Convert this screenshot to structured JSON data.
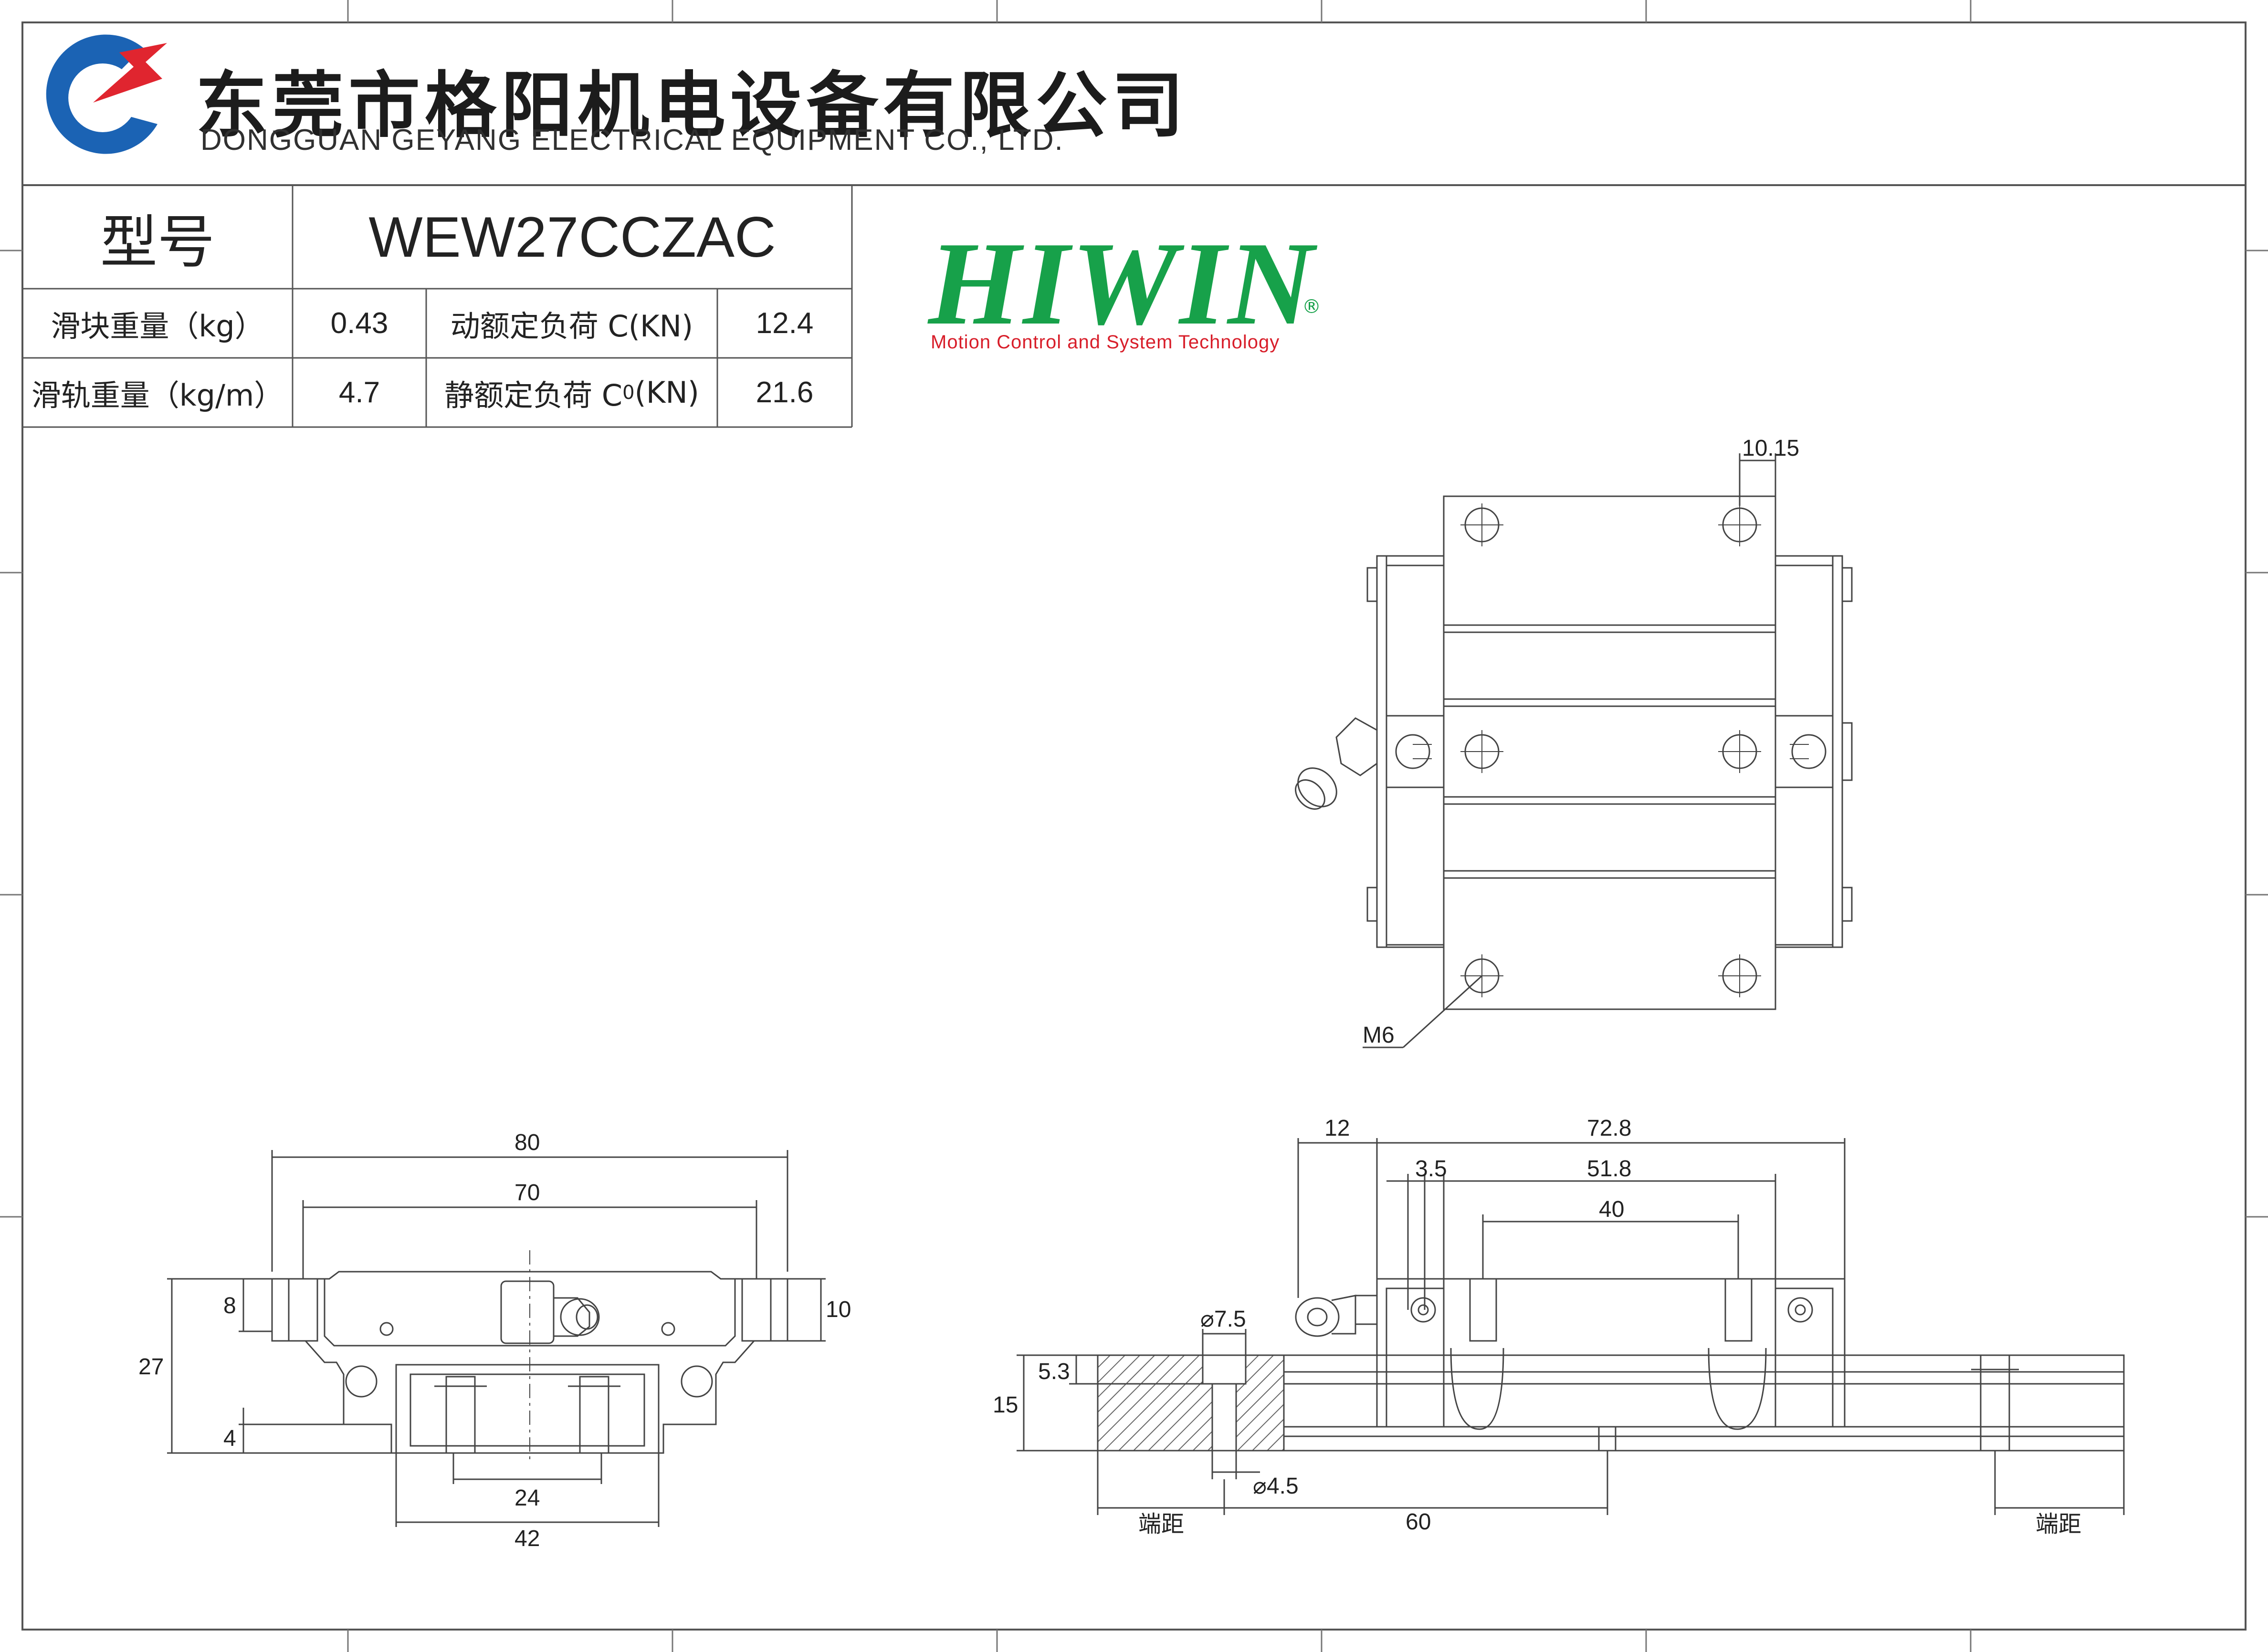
{
  "company": {
    "name_cn": "东莞市格阳机电设备有限公司",
    "name_en": "DONGGUAN GEYANG ELECTRICAL EQUIPMENT CO., LTD.",
    "colors": {
      "blue": "#1b63b4",
      "red": "#e0252f"
    }
  },
  "spec_table": {
    "model_label": "型号",
    "model_value": "WEW27CCZAC",
    "rows": [
      {
        "label": "滑块重量（kg）",
        "value": "0.43",
        "load_label": "动额定负荷 C(KN)",
        "load_value": "12.4"
      },
      {
        "label": "滑轨重量（kg/m）",
        "value": "4.7",
        "load_label_main": "静额定负荷 C",
        "load_label_sub": "0",
        "load_label_tail": "(KN)",
        "load_value": "21.6"
      }
    ]
  },
  "brand": {
    "name": "HIWIN",
    "reg_mark": "®",
    "tagline": "Motion Control and System Technology",
    "colors": {
      "green": "#17a14a",
      "red": "#d81e2a"
    }
  },
  "top_view": {
    "dims": {
      "hole_offset": "10.15",
      "thread": "M6"
    }
  },
  "front_view": {
    "dims": {
      "block_width": "80",
      "hole_pitch": "70",
      "flange_height": "8",
      "total_height": "27",
      "rail_gap": "4",
      "rail_hole_pitch": "24",
      "rail_width": "42",
      "top_height": "10"
    }
  },
  "side_view": {
    "dims": {
      "nipple_offset": "12",
      "block_length": "72.8",
      "end_offset": "3.5",
      "body_length": "51.8",
      "hole_pitch": "40",
      "counterbore_dia": "7.5",
      "counterbore_depth": "5.3",
      "rail_height": "15",
      "hole_dia": "4.5",
      "rail_pitch": "60",
      "end_distance_left": "端距",
      "end_distance_right": "端距"
    }
  }
}
